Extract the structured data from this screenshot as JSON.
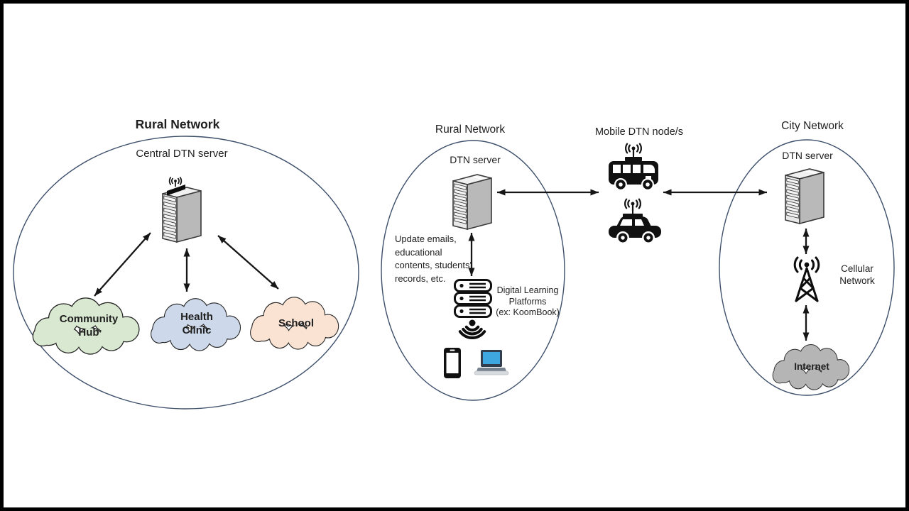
{
  "colors": {
    "ellipse_stroke": "#3d4f6b",
    "arrow": "#161616",
    "text": "#1f1f1f",
    "laptop_screen": "#3ea7df",
    "server_front": "#e9e9e9",
    "server_side": "#b9b9b9",
    "frame_border": "#000000"
  },
  "left_network": {
    "title": "Rural Network",
    "server_label": "Central DTN server",
    "server_icon": "server-with-antenna-icon",
    "clouds": [
      {
        "lines": [
          "Community",
          "Hub"
        ],
        "fill": "#d9e8d0"
      },
      {
        "lines": [
          "Health",
          "Clinic"
        ],
        "fill": "#cdd9eb"
      },
      {
        "lines": [
          "School"
        ],
        "fill": "#fae3d3"
      }
    ]
  },
  "middle_network": {
    "title": "Rural Network",
    "server_label": "DTN server",
    "note_lines": [
      "Update emails,",
      "educational",
      "contents, students'",
      "records, etc."
    ],
    "platform_lines": [
      "Digital Learning",
      "Platforms",
      "(ex: KoomBook)"
    ],
    "icons": [
      "server-icon",
      "platform-stack-icon",
      "wifi-broadcast-icon",
      "smartphone-icon",
      "laptop-icon"
    ]
  },
  "mobile_nodes": {
    "title": "Mobile DTN node/s",
    "icons": [
      "bus-icon",
      "car-icon"
    ]
  },
  "city_network": {
    "title": "City Network",
    "server_label": "DTN server",
    "cellular_lines": [
      "Cellular",
      "Network"
    ],
    "internet_label": "Internet",
    "internet_fill": "#b5b5b5",
    "icons": [
      "server-icon",
      "cell-tower-icon",
      "internet-cloud"
    ]
  }
}
